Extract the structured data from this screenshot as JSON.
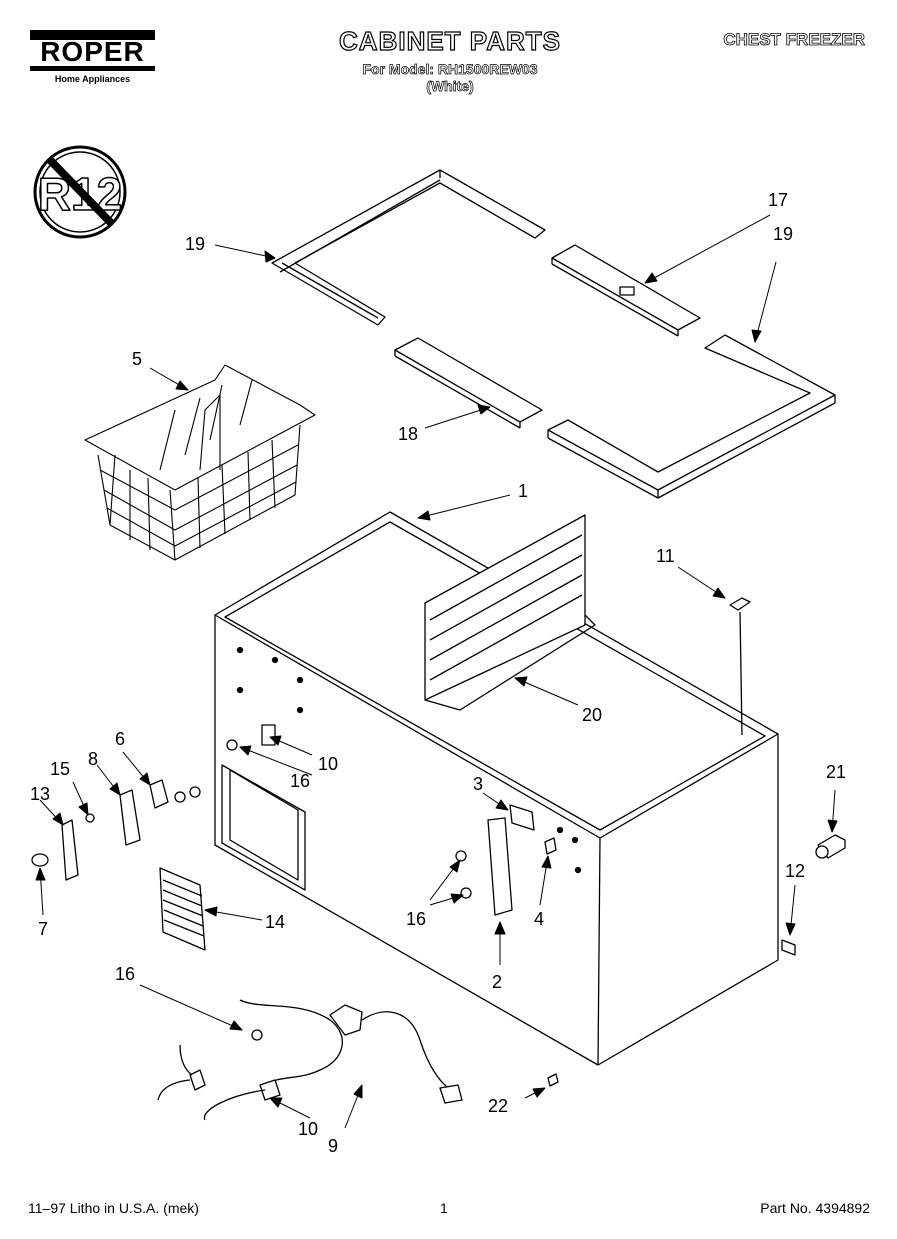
{
  "header": {
    "brand": "ROPER",
    "brand_tagline": "Home Appliances",
    "title": "CABINET PARTS",
    "model_line": "For Model: RH1500REW03",
    "color_line": "(White)",
    "product_type": "CHEST FREEZER"
  },
  "badge": {
    "text": "R12"
  },
  "callouts": {
    "c1": "1",
    "c2": "2",
    "c3": "3",
    "c4": "4",
    "c5": "5",
    "c6": "6",
    "c7": "7",
    "c8": "8",
    "c9": "9",
    "c10a": "10",
    "c10b": "10",
    "c11": "11",
    "c12": "12",
    "c13": "13",
    "c14": "14",
    "c15": "15",
    "c16a": "16",
    "c16b": "16",
    "c16c": "16",
    "c17": "17",
    "c18": "18",
    "c19a": "19",
    "c19b": "19",
    "c20": "20",
    "c21": "21",
    "c22": "22"
  },
  "footer": {
    "litho": "11–97 Litho in U.S.A. (mek)",
    "page": "1",
    "part_no": "Part No. 4394892"
  }
}
